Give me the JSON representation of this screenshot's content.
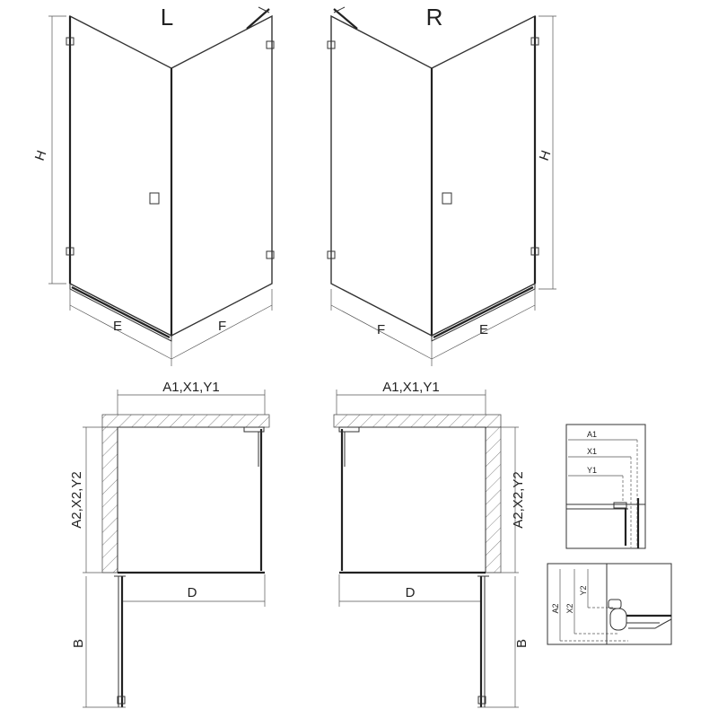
{
  "variants": {
    "left_label": "L",
    "right_label": "R"
  },
  "dimensions": {
    "height": "H",
    "width_e": "E",
    "width_f": "F",
    "top_width": "A1,X1,Y1",
    "side_width": "A2,X2,Y2",
    "door_width": "D",
    "door_depth": "B"
  },
  "detail_top": {
    "labels": [
      "A1",
      "X1",
      "Y1"
    ]
  },
  "detail_side": {
    "labels": [
      "A2",
      "X2",
      "Y2"
    ]
  }
}
